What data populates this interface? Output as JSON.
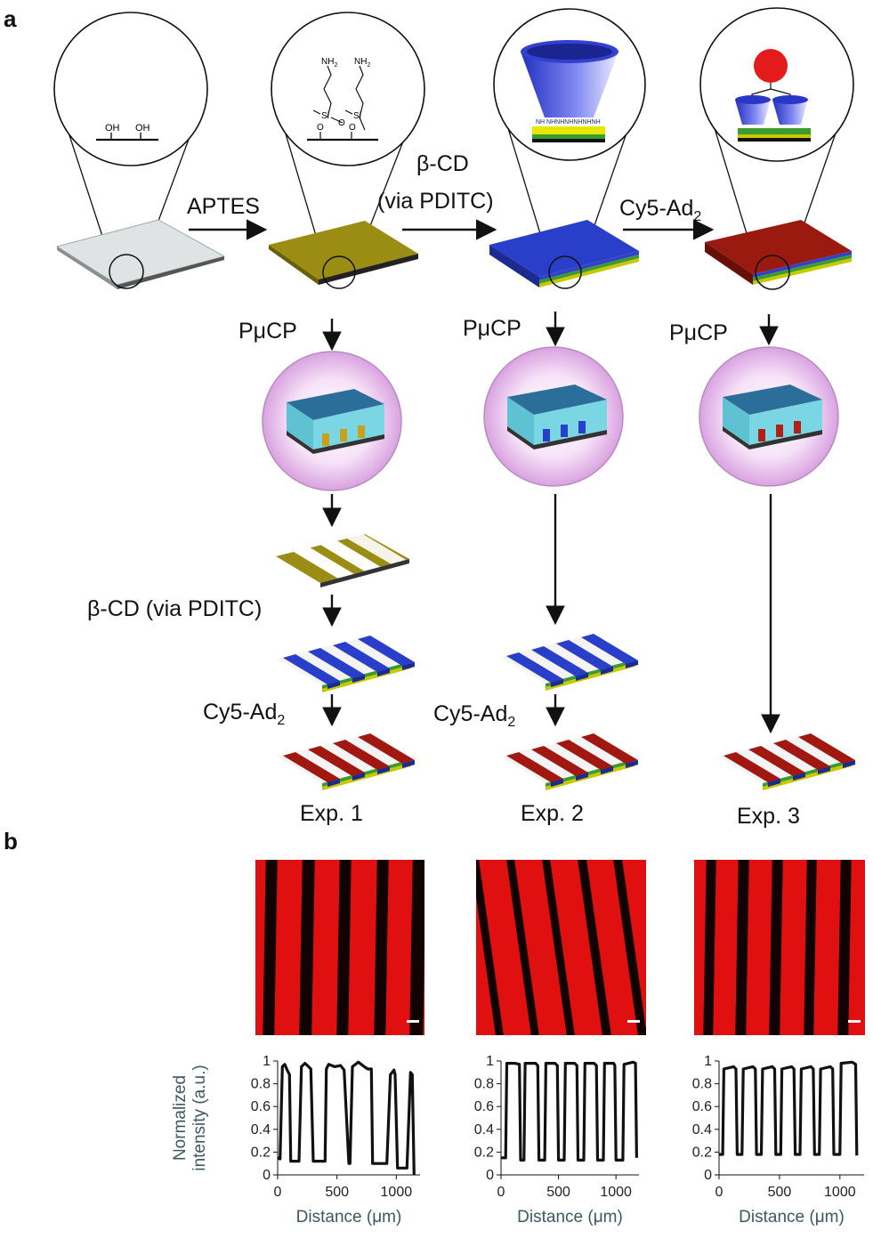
{
  "panels": {
    "a": "a",
    "b": "b"
  },
  "steps": {
    "aptes": "APTES",
    "bcd_line1": "β-CD",
    "bcd_line2": "(via PDITC)",
    "cy5_main": "Cy5-Ad",
    "cy5_sub": "2",
    "pucp": "PμCP",
    "bcd_full": "β-CD (via PDITC)"
  },
  "chem": {
    "oh": "OH",
    "nh2": "NH",
    "nh2_sub": "2",
    "si": "Si",
    "o": "O",
    "nh_row": "NH NHNHNHNHNHNH"
  },
  "experiments": [
    "Exp. 1",
    "Exp. 2",
    "Exp. 3"
  ],
  "colors": {
    "glass": "#d8dcdc",
    "aptes": "#9b8d14",
    "cyclodextrin": "#2a3fc9",
    "cy5": "#a01810",
    "stamp_top": "#2b6e9a",
    "stamp_side": "#6fd0dd",
    "bubble": "#e8b6ee",
    "fluorescence": "#e01010"
  },
  "chart_data": [
    {
      "type": "line",
      "name": "Exp. 1",
      "xlabel": "Distance (μm)",
      "ylabel": "Normalized intensity (a.u.)",
      "xlim": [
        0,
        1200
      ],
      "ylim": [
        0,
        1
      ],
      "xticks": [
        0,
        500,
        1000
      ],
      "yticks": [
        0,
        0.2,
        0.4,
        0.6,
        0.8,
        1
      ],
      "x": [
        0,
        20,
        40,
        60,
        80,
        100,
        110,
        130,
        150,
        180,
        200,
        230,
        260,
        280,
        300,
        340,
        380,
        400,
        410,
        430,
        480,
        530,
        560,
        600,
        610,
        630,
        680,
        730,
        760,
        790,
        800,
        830,
        870,
        920,
        950,
        980,
        990,
        1010,
        1050,
        1090,
        1120,
        1135,
        1150
      ],
      "y": [
        0.15,
        0.14,
        0.95,
        0.97,
        0.92,
        0.88,
        0.12,
        0.12,
        0.12,
        0.12,
        0.95,
        0.98,
        0.95,
        0.93,
        0.12,
        0.12,
        0.12,
        0.12,
        0.93,
        0.97,
        0.95,
        0.96,
        0.92,
        0.1,
        0.1,
        0.95,
        0.99,
        0.95,
        0.93,
        0.93,
        0.1,
        0.1,
        0.1,
        0.1,
        0.88,
        0.92,
        0.88,
        0.06,
        0.06,
        0.06,
        0.9,
        0.88,
        0.0
      ]
    },
    {
      "type": "line",
      "name": "Exp. 2",
      "xlabel": "Distance (μm)",
      "ylabel": "",
      "xlim": [
        0,
        1200
      ],
      "ylim": [
        0,
        1
      ],
      "xticks": [
        0,
        500,
        1000
      ],
      "yticks": [
        0,
        0.2,
        0.4,
        0.6,
        0.8,
        1
      ],
      "x": [
        0,
        40,
        50,
        120,
        160,
        170,
        200,
        210,
        300,
        320,
        330,
        380,
        390,
        470,
        490,
        500,
        550,
        560,
        640,
        660,
        670,
        720,
        730,
        810,
        830,
        840,
        890,
        900,
        980,
        990,
        1000,
        1060,
        1070,
        1150,
        1170,
        1180
      ],
      "y": [
        0.15,
        0.15,
        0.98,
        0.98,
        0.97,
        0.13,
        0.13,
        0.98,
        0.98,
        0.96,
        0.13,
        0.13,
        0.98,
        0.98,
        0.96,
        0.13,
        0.13,
        0.98,
        0.98,
        0.96,
        0.13,
        0.13,
        0.98,
        0.98,
        0.96,
        0.13,
        0.13,
        0.98,
        0.98,
        0.96,
        0.13,
        0.13,
        0.97,
        0.99,
        0.98,
        0.15
      ]
    },
    {
      "type": "line",
      "name": "Exp. 3",
      "xlabel": "Distance (μm)",
      "ylabel": "",
      "xlim": [
        0,
        1200
      ],
      "ylim": [
        0,
        1
      ],
      "xticks": [
        0,
        500,
        1000
      ],
      "yticks": [
        0,
        0.2,
        0.4,
        0.6,
        0.8,
        1
      ],
      "x": [
        0,
        30,
        40,
        120,
        140,
        150,
        190,
        200,
        280,
        300,
        310,
        350,
        360,
        440,
        460,
        470,
        510,
        520,
        600,
        620,
        630,
        670,
        680,
        760,
        780,
        790,
        830,
        840,
        920,
        940,
        950,
        1000,
        1010,
        1100,
        1130,
        1140
      ],
      "y": [
        0.18,
        0.18,
        0.93,
        0.95,
        0.93,
        0.18,
        0.18,
        0.93,
        0.95,
        0.93,
        0.18,
        0.18,
        0.93,
        0.95,
        0.93,
        0.18,
        0.18,
        0.93,
        0.95,
        0.93,
        0.18,
        0.18,
        0.93,
        0.95,
        0.93,
        0.18,
        0.18,
        0.93,
        0.95,
        0.93,
        0.18,
        0.18,
        0.98,
        0.99,
        0.97,
        0.17
      ]
    }
  ]
}
